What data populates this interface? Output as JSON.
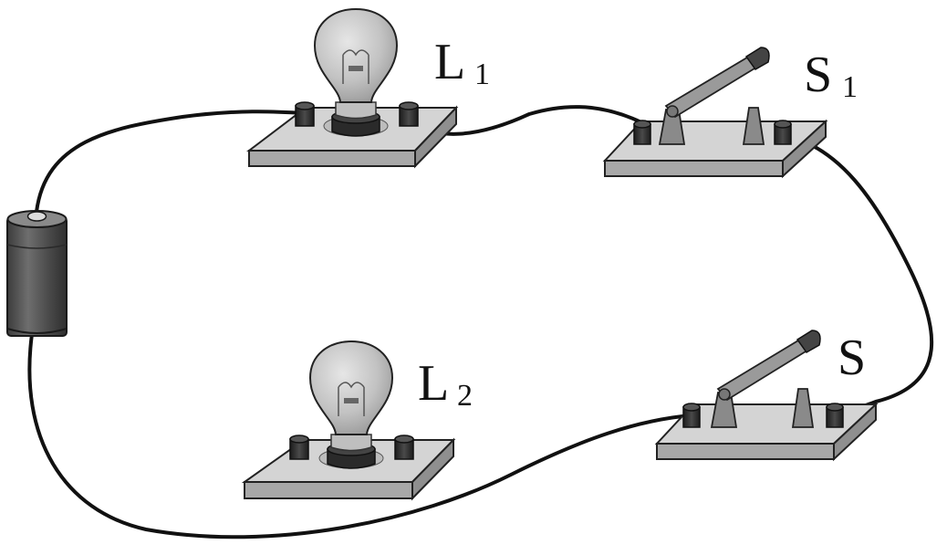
{
  "labels": {
    "l1": {
      "main": "L",
      "sub": "1"
    },
    "l2": {
      "main": "L",
      "sub": "2"
    },
    "s1": {
      "main": "S",
      "sub": "1"
    },
    "s": {
      "main": "S"
    }
  },
  "colors": {
    "wire": "#111111",
    "base_top": "#d4d4d4",
    "base_side": "#8f8f8f",
    "terminal": "#2b2b2b",
    "bulb_glass": "#c4c4c4",
    "battery_body": "#555555",
    "switch_metal": "#8a8a8a"
  }
}
